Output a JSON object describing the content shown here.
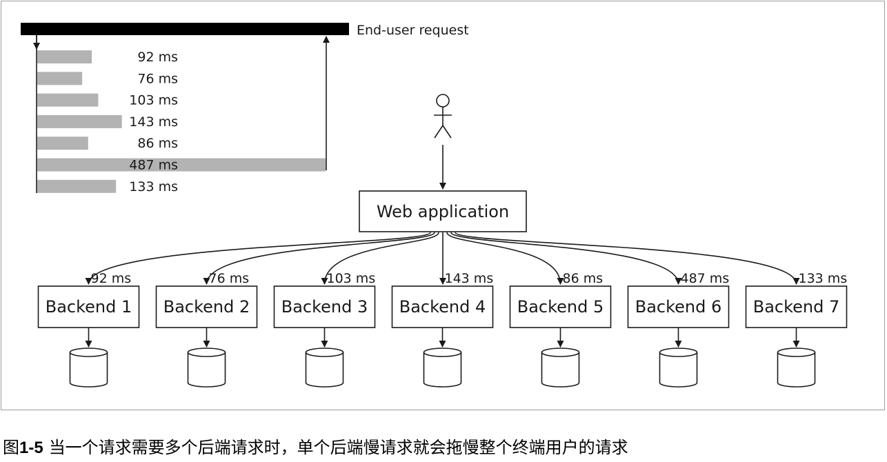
{
  "timeline": {
    "request_label": "End-user request",
    "bars": [
      {
        "ms": 92,
        "label": "92 ms"
      },
      {
        "ms": 76,
        "label": "76 ms"
      },
      {
        "ms": 103,
        "label": "103 ms"
      },
      {
        "ms": 143,
        "label": "143 ms"
      },
      {
        "ms": 86,
        "label": "86 ms"
      },
      {
        "ms": 487,
        "label": "487 ms"
      },
      {
        "ms": 133,
        "label": "133 ms"
      }
    ]
  },
  "web_app": {
    "label": "Web application"
  },
  "backends": [
    {
      "label": "Backend 1",
      "latency": "92 ms"
    },
    {
      "label": "Backend 2",
      "latency": "76 ms"
    },
    {
      "label": "Backend 3",
      "latency": "103 ms"
    },
    {
      "label": "Backend 4",
      "latency": "143 ms"
    },
    {
      "label": "Backend 5",
      "latency": "86 ms"
    },
    {
      "label": "Backend 6",
      "latency": "487 ms"
    },
    {
      "label": "Backend 7",
      "latency": "133 ms"
    }
  ],
  "caption": {
    "figure_prefix": "图",
    "figure_number": "1-5",
    "text": "当一个请求需要多个后端请求时，单个后端慢请求就会拖慢整个终端用户的请求"
  },
  "colors": {
    "request_bar": "#000000",
    "backend_bar": "#b3b3b3",
    "stroke": "#1a1a1a"
  }
}
